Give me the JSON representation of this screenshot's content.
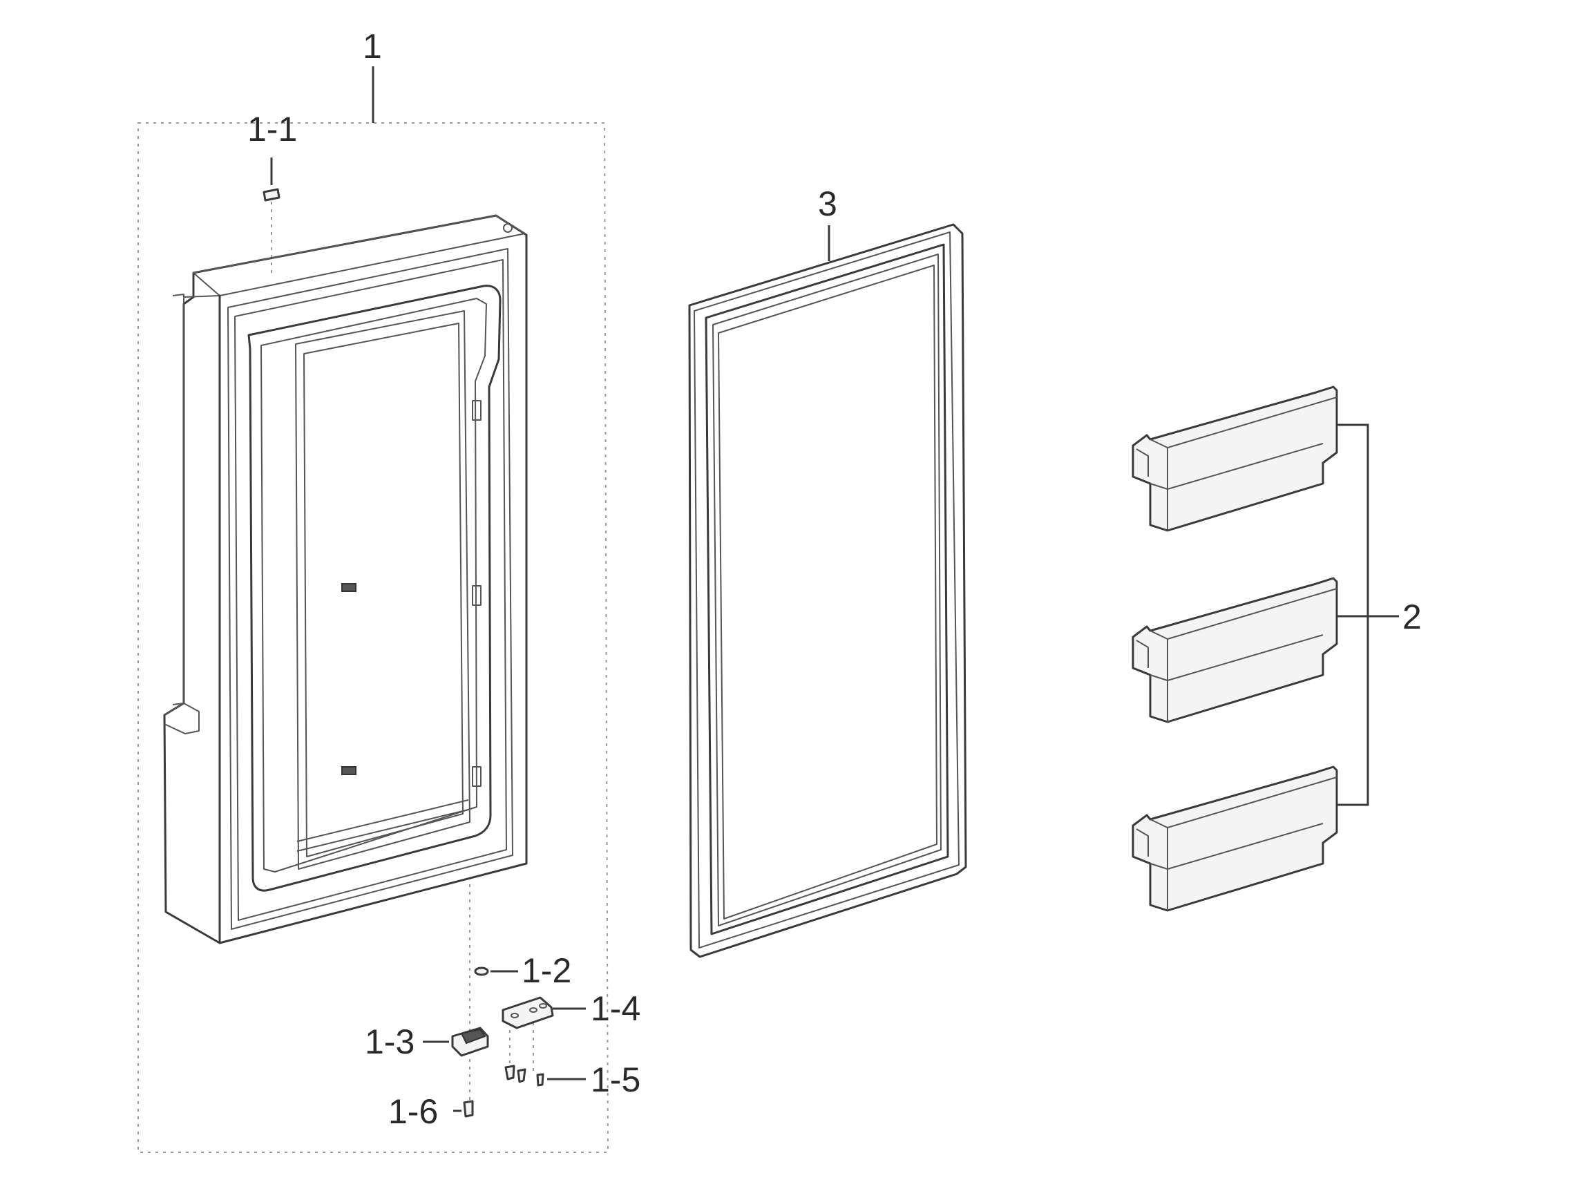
{
  "callouts": {
    "door_assembly": "1",
    "cap": "1-1",
    "washer": "1-2",
    "hinge_cam": "1-3",
    "hinge_plate": "1-4",
    "screw": "1-5",
    "pin": "1-6",
    "door_bins": "2",
    "gasket": "3"
  },
  "colors": {
    "line": "#3a3a3a",
    "dash": "#9a9a9a",
    "text": "#2a2a2a",
    "background": "#ffffff"
  }
}
